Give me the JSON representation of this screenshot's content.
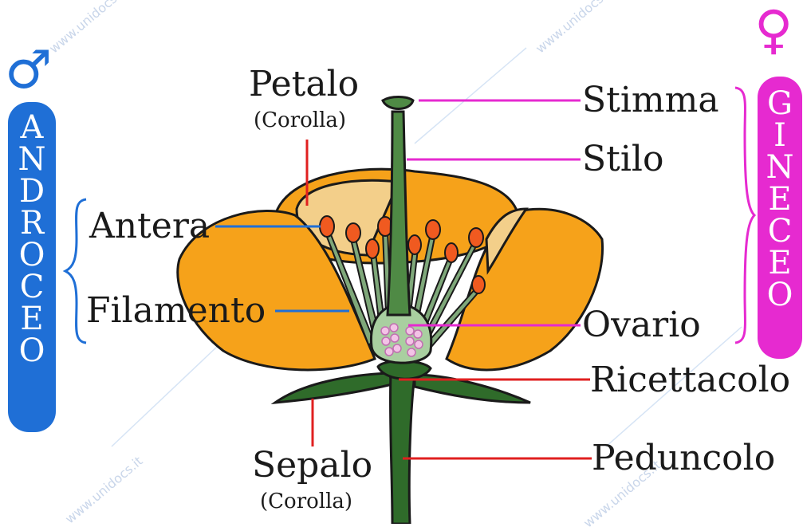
{
  "colors": {
    "androceo": "#1f6fd6",
    "gineceo": "#e62ad0",
    "petal": "#f6a21a",
    "stem": "#2f6b2a",
    "red_line": "#e02020",
    "blue_line": "#1f6fd6",
    "magenta_line": "#e62ad0"
  },
  "icons": {
    "male": "♂",
    "female": "♀"
  },
  "androceo": {
    "letters": [
      "A",
      "N",
      "D",
      "R",
      "O",
      "C",
      "E",
      "O"
    ]
  },
  "gineceo": {
    "letters": [
      "G",
      "I",
      "N",
      "E",
      "C",
      "E",
      "O"
    ]
  },
  "labels": {
    "petalo": "Petalo",
    "petalo_sub": "(Corolla)",
    "stimma": "Stimma",
    "stilo": "Stilo",
    "antera": "Antera",
    "filamento": "Filamento",
    "ovario": "Ovario",
    "ricettacolo": "Ricettacolo",
    "peduncolo": "Peduncolo",
    "sepalo": "Sepalo",
    "sepalo_sub": "(Corolla)"
  },
  "watermark": "www.unidocs.it"
}
